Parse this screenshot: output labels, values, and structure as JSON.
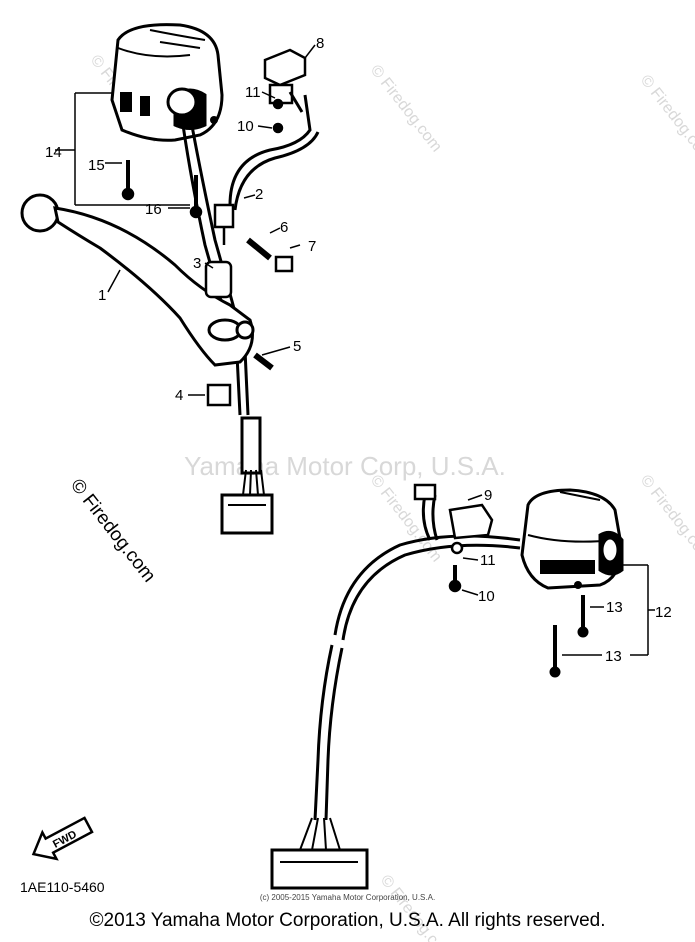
{
  "callouts": {
    "c1": "1",
    "c2": "2",
    "c3": "3",
    "c4": "4",
    "c5": "5",
    "c6": "6",
    "c7": "7",
    "c8": "8",
    "c9": "9",
    "c10a": "10",
    "c10b": "10",
    "c11a": "11",
    "c11b": "11",
    "c12": "12",
    "c13a": "13",
    "c13b": "13",
    "c14": "14",
    "c15": "15",
    "c16": "16"
  },
  "arrow_label": "FWD",
  "part_code": "1AE110-5460",
  "watermark_center": "Yamaha Motor Corp, U.S.A.",
  "watermark_side": "© Firedog.com",
  "fineprint": "(c) 2005-2015 Yamaha Motor Corporation, U.S.A.",
  "footer": "©2013 Yamaha Motor Corporation, U.S.A. All rights reserved.",
  "colors": {
    "line": "#000000",
    "watermark": "#d8d8d8",
    "background": "#ffffff"
  }
}
